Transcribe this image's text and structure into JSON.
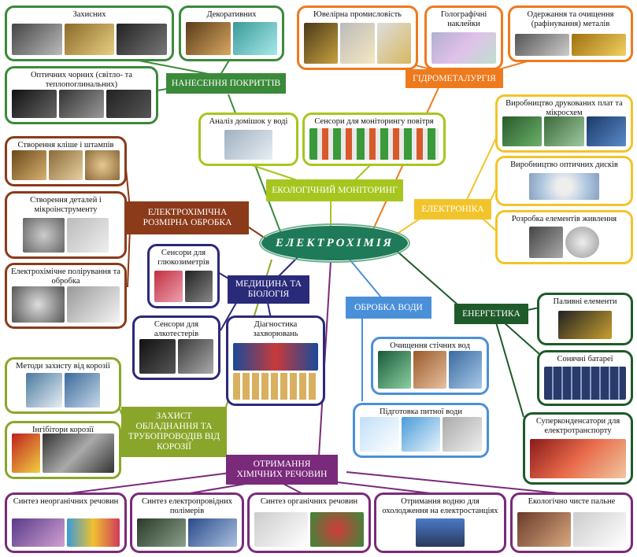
{
  "center": {
    "label": "ЕЛЕКТРОХІМІЯ"
  },
  "categories": {
    "coatings": "НАНЕСЕННЯ ПОКРИТТІВ",
    "hydro": "ГІДРОМЕТАЛУРГІЯ",
    "eco": "ЕКОЛОГІЧНИЙ МОНІТОРИНГ",
    "electronics": "ЕЛЕКТРОНІКА",
    "dimensional": "ЕЛЕКТРОХІМІЧНА РОЗМІРНА ОБРОБКА",
    "medicine": "МЕДИЦИНА ТА БІОЛОГІЯ",
    "water": "ОБРОБКА ВОДИ",
    "energy": "ЕНЕРГЕТИКА",
    "protection": "ЗАХИСТ ОБЛАДНАННЯ ТА ТРУБОПРОВОДІВ ВІД КОРОЗІЇ",
    "chemicals": "ОТРИМАННЯ ХІМІЧНИХ РЕЧОВИН"
  },
  "items": {
    "protective": "Захисних",
    "decorative": "Декоративних",
    "optical_black": "Оптичних чорних (світло- та теплопоглинальних)",
    "jewelry": "Ювелірна промисловість",
    "holographic": "Голографічні наклейки",
    "refining": "Одержання та очищення (рафінування) металів",
    "home_water": "Аналіз домішок у воді",
    "air_sensors": "Сенсори для моніторингу повітря",
    "pcb": "Виробництво друкованих плат та мікросхем",
    "optical_discs": "Виробництво оптичних дисків",
    "power_elements": "Розробка елементів живлення",
    "cliche": "Створення кліше і штампів",
    "micro_parts": "Створення деталей і мікроінструменту",
    "polishing": "Електрохімічне полірування та обробка",
    "glucometers": "Сенсори для глюкозиметрів",
    "alcotesters": "Сенсори для алкотестерів",
    "diagnostics": "Діагностика захворювань",
    "wastewater": "Очищення стічних вод",
    "drinking_water": "Підготовка питної води",
    "fuel_cells": "Паливні елементи",
    "solar": "Сонячні батареї",
    "supercaps": "Суперконденсатори для електротранспорту",
    "corrosion_methods": "Методи захисту від корозії",
    "inhibitors": "Інгібітори корозії",
    "inorganic": "Синтез неорганічних речовин",
    "polymers": "Синтез електропровідних полімерів",
    "organic": "Синтез органічних речовин",
    "hydrogen": "Отримання водню для охолодження на електростанціях",
    "clean_fuel": "Екологічно чисте пальне"
  },
  "colors": {
    "coatings": "#3a8a3a",
    "hydro": "#ee7a1e",
    "eco": "#a6c61f",
    "electronics": "#f2c42b",
    "dimensional": "#8b3a1a",
    "medicine": "#2a2a7a",
    "water": "#4a90d9",
    "energy": "#1f5a2a",
    "protection": "#8aa62a",
    "chemicals": "#7a2a7a",
    "center": "#1f7a5a"
  }
}
